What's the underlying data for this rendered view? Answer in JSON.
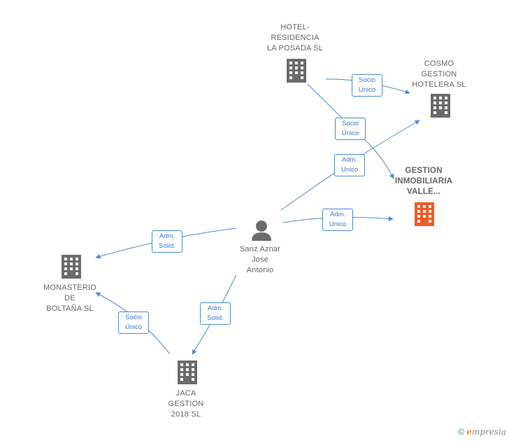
{
  "nodes": {
    "hotel_residencia": {
      "label": "HOTEL-\nRESIDENCIA\nLA POSADA  SL",
      "icon": "building-icon"
    },
    "cosmo_gestion": {
      "label": "COSMO\nGESTION\nHOTELERA  SL",
      "icon": "building-icon"
    },
    "gestion_inmobiliaria": {
      "label": "GESTION\nINMOBILIARIA\nVALLE...",
      "icon": "building-icon",
      "color": "#f05a28"
    },
    "sanz_aznar": {
      "label": "Sanz Aznar\nJose\nAntonio",
      "icon": "person-icon"
    },
    "monasterio": {
      "label": "MONASTERIO\nDE\nBOLTAÑA SL",
      "icon": "building-icon"
    },
    "jaca_gestion": {
      "label": "JACA\nGESTION\n2018  SL",
      "icon": "building-icon"
    }
  },
  "edges": [
    {
      "id": "hotel-cosmo",
      "label": "Socio\nÚnico"
    },
    {
      "id": "hotel-gestion",
      "label": "Socio\nÚnico"
    },
    {
      "id": "sanz-cosmo",
      "label": "Adm.\nUnico"
    },
    {
      "id": "sanz-gestion",
      "label": "Adm.\nUnico"
    },
    {
      "id": "sanz-monasterio",
      "label": "Adm.\nSolid."
    },
    {
      "id": "sanz-jaca",
      "label": "Adm.\nSolid."
    },
    {
      "id": "jaca-monasterio",
      "label": "Socio\nÚnico"
    }
  ],
  "colors": {
    "edge": "#4a8ad6",
    "building": "#6b6b6b",
    "focus_building": "#f05a28",
    "person": "#6b6b6b"
  },
  "footer": {
    "copyright": "©",
    "brand_e": "e",
    "brand_rest": "mpresia"
  }
}
